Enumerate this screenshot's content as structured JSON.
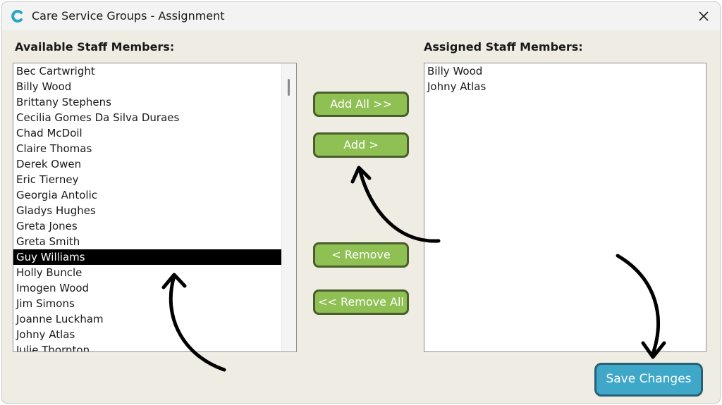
{
  "window": {
    "title": "Care Service Groups - Assignment"
  },
  "available": {
    "label": "Available Staff Members:",
    "items": [
      "Bec Cartwright",
      "Billy Wood",
      "Brittany Stephens",
      "Cecilia Gomes Da Silva Duraes",
      "Chad McDoil",
      "Claire Thomas",
      "Derek Owen",
      "Eric Tierney",
      "Georgia Antolic",
      "Gladys Hughes",
      "Greta Jones",
      "Greta Smith",
      "Guy Williams",
      "Holly Buncle",
      "Imogen Wood",
      "Jim Simons",
      "Joanne Luckham",
      "Johny Atlas",
      "Julie Thornton"
    ],
    "selected": "Guy Williams"
  },
  "assigned": {
    "label": "Assigned Staff Members:",
    "items": [
      "Billy Wood",
      "Johny Atlas"
    ]
  },
  "buttons": {
    "add_all": "Add All >>",
    "add": "Add >",
    "remove": "< Remove",
    "remove_all": "<< Remove All",
    "save": "Save Changes"
  },
  "colors": {
    "green_button": "#8fc054",
    "save_button": "#3fa8c9",
    "app_icon": "#2aa6c2"
  }
}
